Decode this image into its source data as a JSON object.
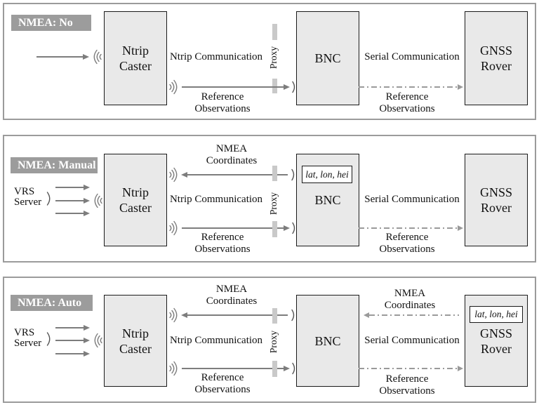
{
  "colors": {
    "panel-border": "#9b9b9b",
    "box-fill": "#e9e9e9",
    "box-border": "#1a1a1a",
    "mode-badge-bg": "#9c9c9c",
    "mode-badge-text": "#ffffff",
    "arrow": "#7d7d7d",
    "dashdot": "#9a9a9a",
    "proxy-dash": "#c9c9c9",
    "text": "#111111"
  },
  "panels": [
    {
      "mode_label": "NMEA: No",
      "nodes": {
        "caster": "Ntrip Caster",
        "bnc": "BNC",
        "rover": "GNSS Rover"
      },
      "labels": {
        "ntrip_communication": "Ntrip Communication",
        "reference_observations_caster_bnc": "Reference Observations",
        "proxy": "Proxy",
        "serial_communication": "Serial Communication",
        "reference_observations_bnc_rover": "Reference Observations"
      }
    },
    {
      "mode_label": "NMEA: Manual",
      "nodes": {
        "vrs": "VRS Server",
        "caster": "Ntrip Caster",
        "bnc": "BNC",
        "rover": "GNSS Rover"
      },
      "bnc_coordinates_value": "lat, lon, hei",
      "labels": {
        "nmea_coordinates": "NMEA Coordinates",
        "ntrip_communication": "Ntrip Communication",
        "reference_observations_caster_bnc": "Reference Observations",
        "proxy": "Proxy",
        "serial_communication": "Serial Communication",
        "reference_observations_bnc_rover": "Reference Observations"
      }
    },
    {
      "mode_label": "NMEA: Auto",
      "nodes": {
        "vrs": "VRS Server",
        "caster": "Ntrip Caster",
        "bnc": "BNC",
        "rover": "GNSS Rover"
      },
      "rover_coordinates_value": "lat, lon, hei",
      "labels": {
        "nmea_coordinates_caster_side": "NMEA Coordinates",
        "ntrip_communication": "Ntrip Communication",
        "reference_observations_caster_bnc": "Reference Observations",
        "proxy": "Proxy",
        "nmea_coordinates_rover_side": "NMEA Coordinates",
        "serial_communication": "Serial Communication",
        "reference_observations_bnc_rover": "Reference Observations"
      }
    }
  ]
}
